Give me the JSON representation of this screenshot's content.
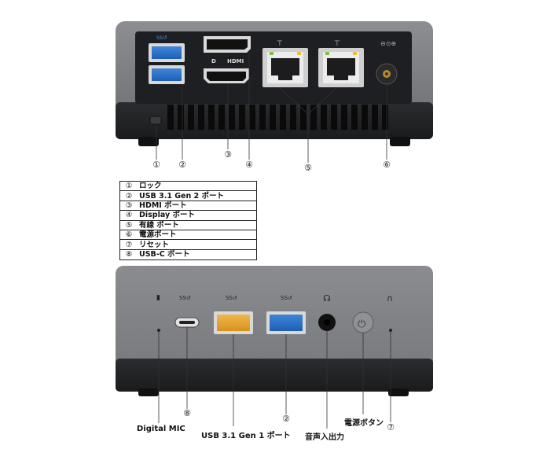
{
  "rear_panel": {
    "callouts": [
      "①",
      "②",
      "③",
      "④",
      "⑤",
      "⑥"
    ],
    "port_marks": {
      "usb": "SS↺",
      "dp": "D",
      "hdmi": "HDMI"
    }
  },
  "legend": [
    {
      "num": "①",
      "text": "ロック"
    },
    {
      "num": "②",
      "text": "USB 3.1 Gen 2 ポート"
    },
    {
      "num": "③",
      "text": "HDMI ポート"
    },
    {
      "num": "④",
      "text": "Display ポート"
    },
    {
      "num": "⑤",
      "text": "有線 ポート"
    },
    {
      "num": "⑥",
      "text": "電源ポート"
    },
    {
      "num": "⑦",
      "text": "リセット"
    },
    {
      "num": "⑧",
      "text": "USB-C ポート"
    }
  ],
  "front_panel": {
    "labels": {
      "mic": "Digital MIC",
      "usb_gen1": "USB 3.1 Gen 1 ポート",
      "audio": "音声入出力",
      "power_button": "電源ボタン"
    },
    "callouts": {
      "usbc": "⑧",
      "usb_blue": "②",
      "reset": "⑦"
    },
    "port_marks": {
      "usbc": "SS↺",
      "usb": "SS↺"
    }
  }
}
